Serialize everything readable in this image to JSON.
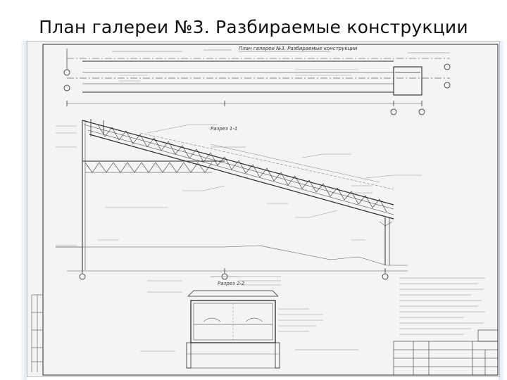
{
  "slide": {
    "title": "План галереи №3. Разбираемые конструкции"
  },
  "drawing": {
    "label_gallery_plan": "План галереи №3. Разбираемые конструкции",
    "label_section_1": "Разрез 1-1",
    "label_section_2": "Разрез 2-2",
    "colors": {
      "ink": "#2a2a2a",
      "paper": "#f4f4f2",
      "faint": "#8a8a8a"
    }
  }
}
